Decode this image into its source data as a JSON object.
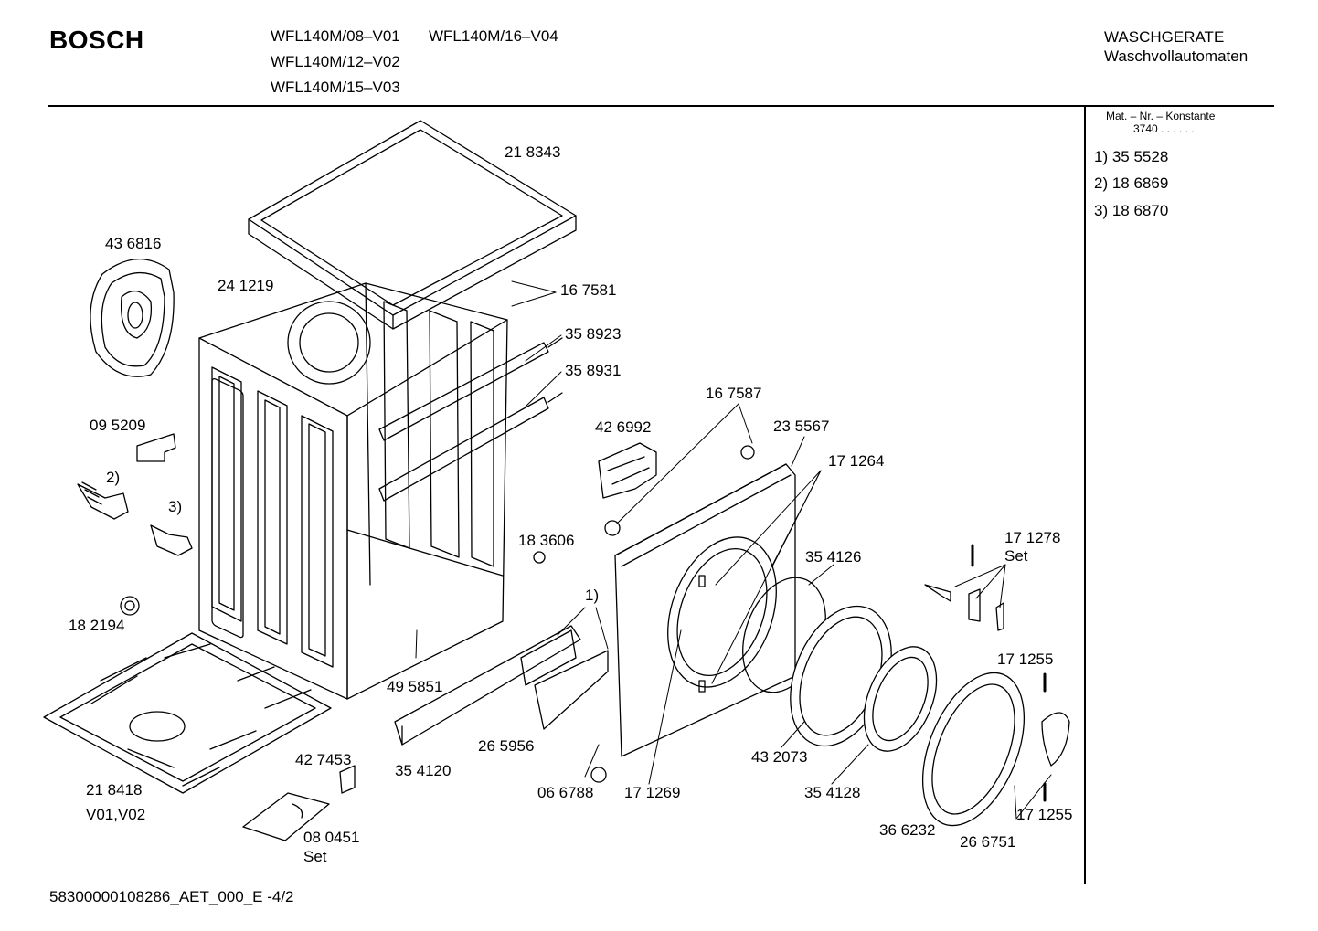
{
  "header": {
    "brand": "BOSCH",
    "models": [
      "WFL140M/08–V01",
      "WFL140M/16–V04",
      "WFL140M/12–V02",
      "WFL140M/15–V03"
    ],
    "category_line1": "WASCHGERATE",
    "category_line2": "Waschvollautomaten"
  },
  "side_panel": {
    "konstante_title": "Mat. – Nr. – Konstante",
    "konstante_value": "3740 . . . . . .",
    "notes": [
      "1)  35 5528",
      "2)  18 6869",
      "3)  18 6870"
    ]
  },
  "parts": [
    "21 8343",
    "43 6816",
    "24 1219",
    "16 7581",
    "35 8923",
    "35 8931",
    "16 7587",
    "42 6992",
    "23 5567",
    "17 1264",
    "09 5209",
    "2)",
    "3)",
    "18 3606",
    "35 4126",
    "17 1278",
    "Set",
    "1)",
    "18 2194",
    "17 1255",
    "49 5851",
    "26 5956",
    "42 7453",
    "35 4120",
    "43 2073",
    "21 8418",
    "V01,V02",
    "06 6788",
    "17 1269",
    "35 4128",
    "17 1255",
    "36 6232",
    "26 6751",
    "08 0451",
    "Set"
  ],
  "footer": "58300000108286_AET_000_E -4/2"
}
